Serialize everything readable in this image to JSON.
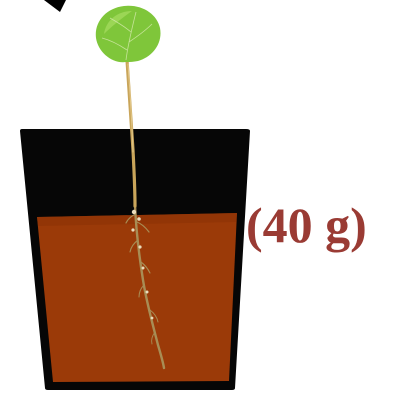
{
  "label": {
    "mass": "(40 g)"
  },
  "colors": {
    "pot": "#060606",
    "soil": "#9b3a08",
    "soil_edge": "#8a3206",
    "stem": "#c9a55a",
    "root": "#a88d55",
    "leaf": "#7fc63a",
    "leaf_light": "#a3d95d",
    "leaf_vein": "#d7ebb0",
    "label": "#9a3b34"
  },
  "icons": {
    "arrow": "arrowhead-pointing-up-left",
    "plant": "seedling",
    "pot": "pot"
  }
}
